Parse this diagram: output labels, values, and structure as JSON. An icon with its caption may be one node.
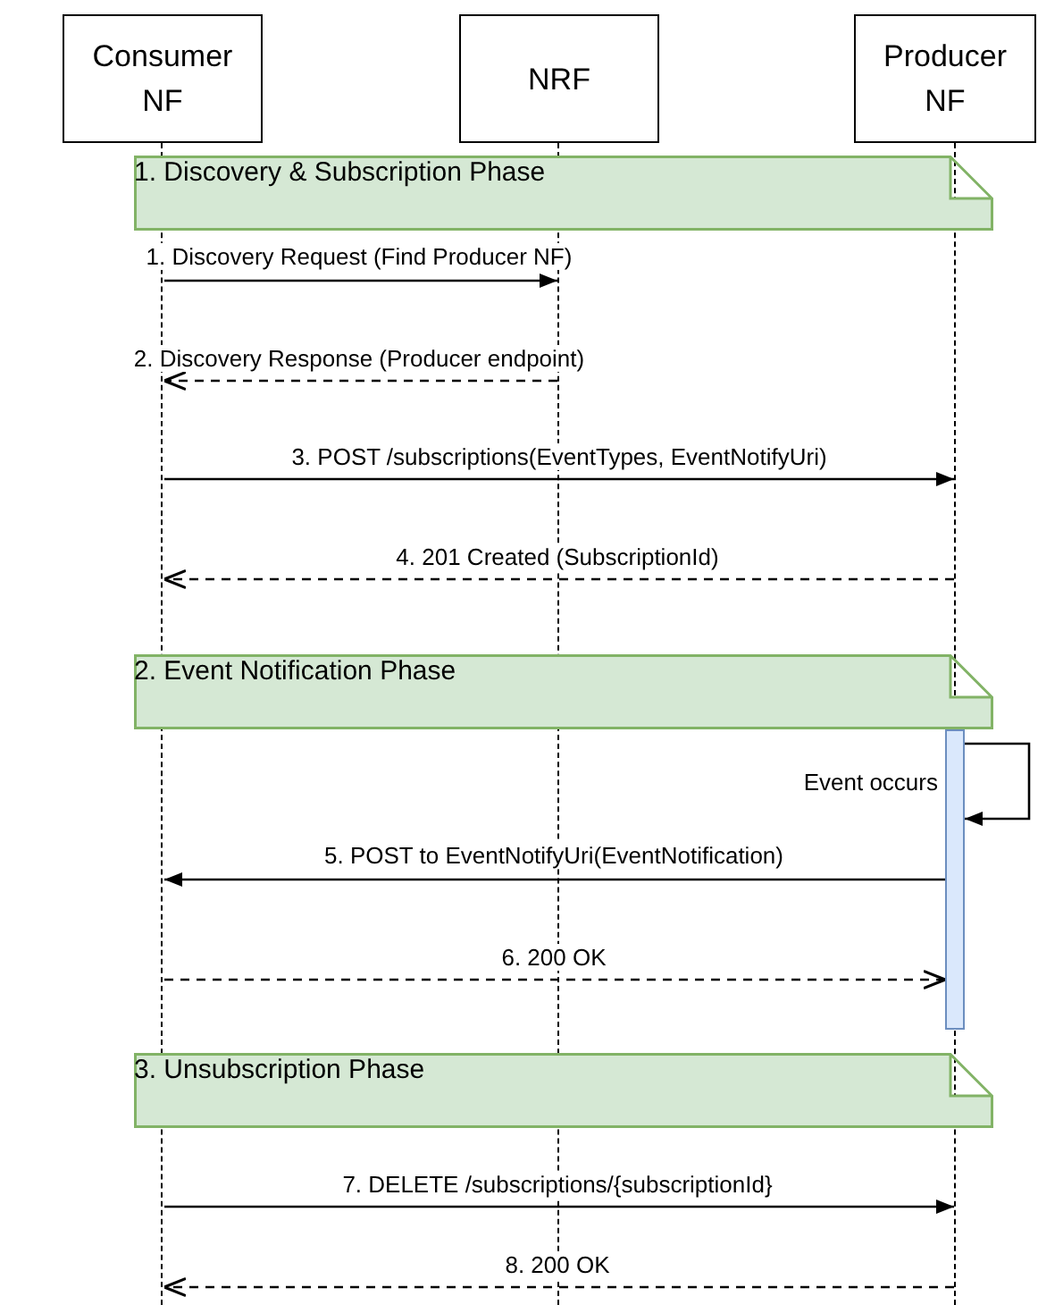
{
  "diagram": {
    "nodes": [
      {
        "text": [
          "Consumer NF"
        ]
      },
      {
        "text": [
          "NRF"
        ]
      },
      {
        "text": [
          "Producer NF"
        ]
      },
      {
        "text": [],
        "shape": "line"
      },
      {
        "text": [],
        "shape": "line"
      },
      {
        "text": [],
        "shape": "line"
      },
      {
        "text": [
          "1. Discovery & Subscription Phase"
        ]
      },
      {
        "text": [
          "2. Event Notification Phase"
        ]
      },
      {
        "text": [],
        "shape": "bar"
      },
      {
        "text": [
          "3. Unsubscription Phase"
        ]
      }
    ],
    "edges": [
      {
        "from": 3,
        "to": 4,
        "arrow": "to",
        "label": "1. Discovery Request (Find Producer NF)"
      },
      {
        "from": 4,
        "to": 3,
        "arrow": "to",
        "style": "dashed",
        "label": "2. Discovery Response (Producer endpoint)"
      },
      {
        "from": 3,
        "to": 5,
        "arrow": "to",
        "label": "3. POST /subscriptions(EventTypes, EventNotifyUri)"
      },
      {
        "from": 5,
        "to": 3,
        "arrow": "to",
        "style": "dashed",
        "label": "4. 201 Created (SubscriptionId)"
      },
      {
        "from": 8,
        "to": 8,
        "arrow": "to",
        "label": "Event occurs"
      },
      {
        "from": 8,
        "to": 3,
        "arrow": "to",
        "label": "5. POST to EventNotifyUri(EventNotification)"
      },
      {
        "from": 3,
        "to": 8,
        "arrow": "to",
        "style": "dashed",
        "label": "6. 200 OK"
      },
      {
        "from": 3,
        "to": 5,
        "arrow": "to",
        "label": "7. DELETE /subscriptions/{subscriptionId}"
      },
      {
        "from": 5,
        "to": 3,
        "arrow": "to",
        "style": "dashed",
        "label": "8. 200 OK"
      }
    ]
  }
}
